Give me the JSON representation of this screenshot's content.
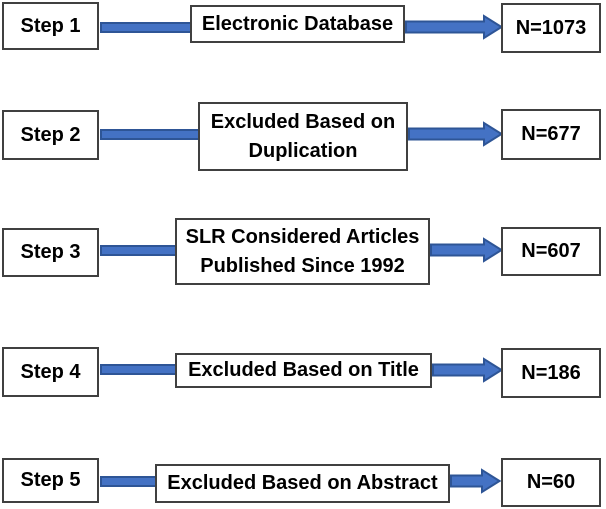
{
  "colors": {
    "background": "#FFFFFF",
    "box_border": "#404040",
    "text": "#000000",
    "arrow_fill": "#4472C4",
    "arrow_stroke": "#2E5596"
  },
  "diagram": {
    "type": "flowchart",
    "rows": [
      {
        "step": "Step 1",
        "label": "Electronic Database",
        "count": "N=1073"
      },
      {
        "step": "Step 2",
        "label": "Excluded Based on Duplication",
        "count": "N=677"
      },
      {
        "step": "Step 3",
        "label": "SLR Considered Articles Published Since 1992",
        "count": "N=607"
      },
      {
        "step": "Step 4",
        "label": "Excluded Based on Title",
        "count": "N=186"
      },
      {
        "step": "Step 5",
        "label": "Excluded Based on Abstract",
        "count": "N=60"
      }
    ]
  }
}
